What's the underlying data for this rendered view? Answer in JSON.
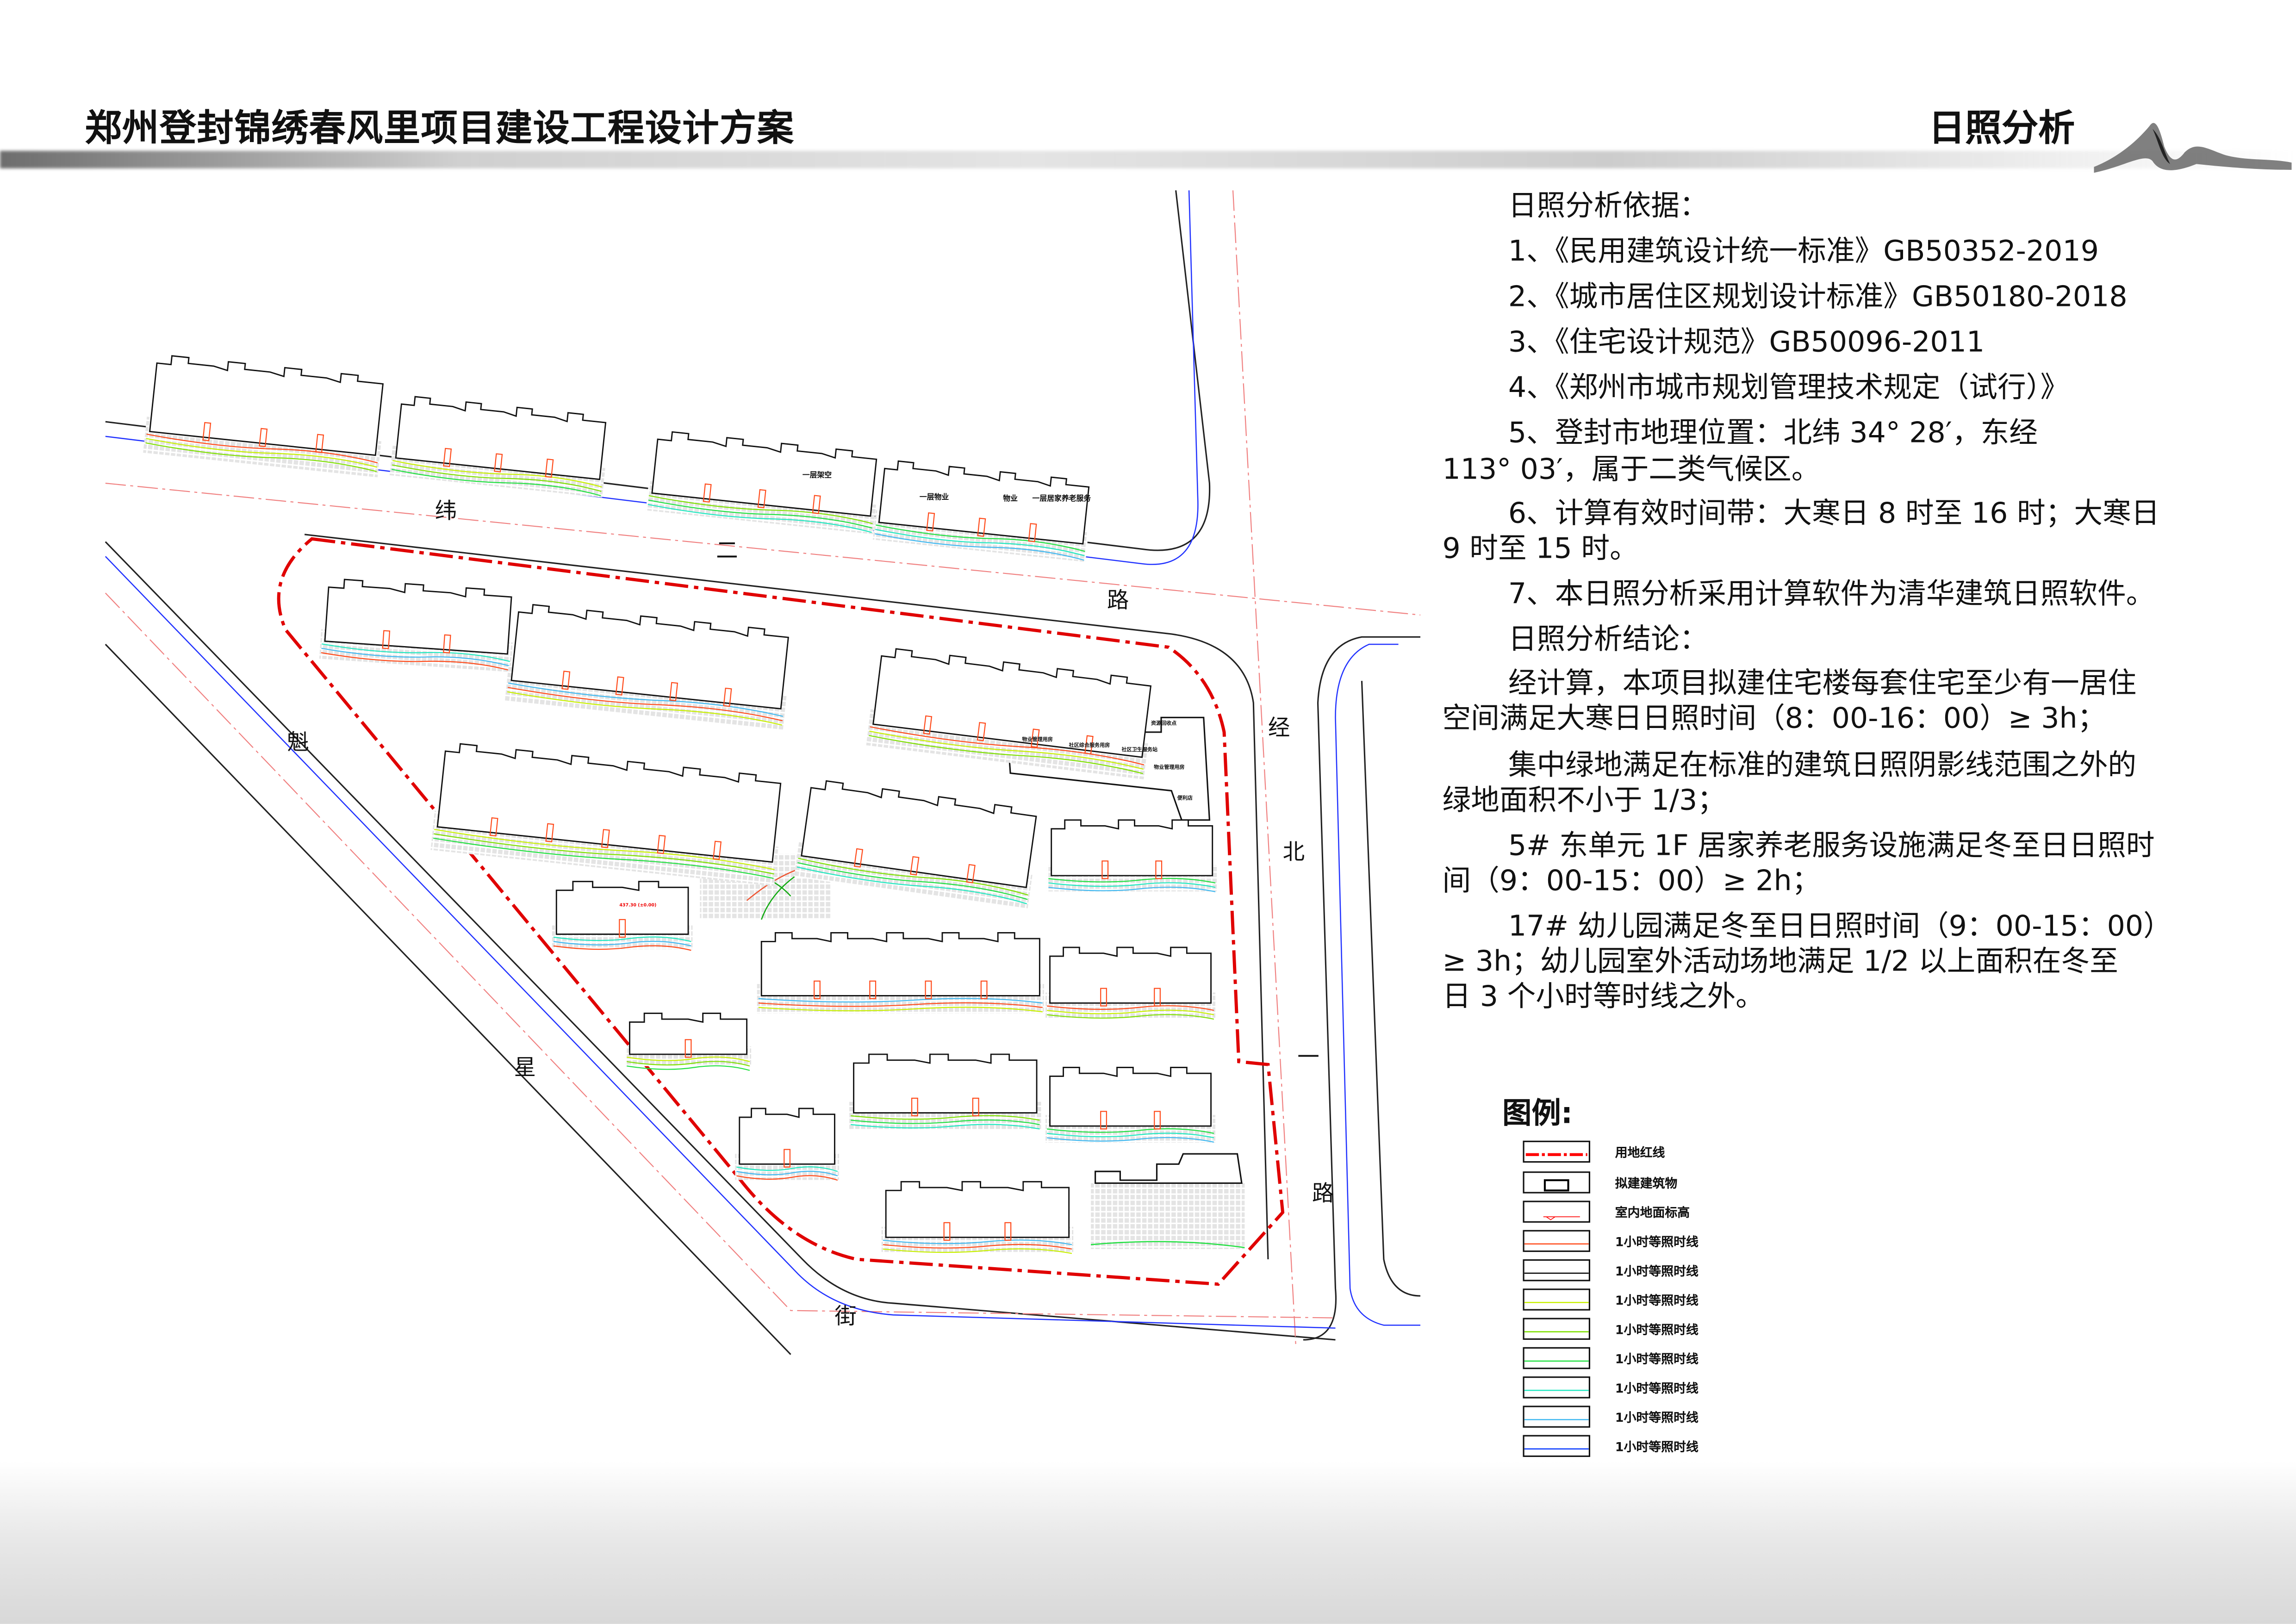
{
  "header": {
    "project_title": "郑州登封锦绣春风里项目建设工程设计方案",
    "section_title": "日照分析"
  },
  "map": {
    "roads": {
      "north": [
        "纬",
        "二",
        "路"
      ],
      "east": [
        "经",
        "北",
        "一",
        "路"
      ],
      "southwest": [
        "魁",
        "星",
        "街"
      ]
    },
    "building_labels": [
      "一层架空",
      "一层物业",
      "物业",
      "一层居家养老服务"
    ],
    "facility_labels": [
      "物业管理用房",
      "社区综合服务用房",
      "社区卫生服务站",
      "物业管理用房",
      "资源回收点",
      "便利店"
    ],
    "elevation_marker": "437.30 (±0.00)"
  },
  "basis": {
    "heading": "日照分析依据：",
    "items": [
      [
        "1、《民用建筑设计统一标准》GB50352-2019"
      ],
      [
        "2、《城市居住区规划设计标准》GB50180-2018"
      ],
      [
        "3、《住宅设计规范》GB50096-2011"
      ],
      [
        "4、《郑州市城市规划管理技术规定（试行）》"
      ],
      [
        "5、登封市地理位置：北纬 34° 28′，东经",
        "113° 03′，属于二类气候区。"
      ],
      [
        "6、计算有效时间带：大寒日 8 时至 16 时；大寒日",
        "9 时至 15 时。"
      ],
      [
        "7、本日照分析采用计算软件为清华建筑日照软件。"
      ]
    ]
  },
  "conclusion": {
    "heading": "日照分析结论：",
    "items": [
      [
        "经计算，本项目拟建住宅楼每套住宅至少有一居住",
        "空间满足大寒日日照时间（8：00-16：00）≥ 3h；"
      ],
      [
        "集中绿地满足在标准的建筑日照阴影线范围之外的",
        "绿地面积不小于 1/3；"
      ],
      [
        "5# 东单元 1F 居家养老服务设施满足冬至日日照时",
        "间（9：00-15：00）≥ 2h；"
      ],
      [
        "17# 幼儿园满足冬至日日照时间（9：00-15：00）",
        "≥ 3h；幼儿园室外活动场地满足 1/2 以上面积在冬至",
        "日 3 个小时等时线之外。"
      ]
    ]
  },
  "legend": {
    "title": "图例:",
    "items": [
      {
        "label": "用地红线",
        "kind": "redline",
        "color": "#ff0000"
      },
      {
        "label": "拟建建筑物",
        "kind": "building",
        "color": "#000000"
      },
      {
        "label": "室内地面标高",
        "kind": "elevation",
        "color": "#ff0000"
      },
      {
        "label": "1小时等照时线",
        "kind": "line",
        "color": "#ff4a1a"
      },
      {
        "label": "1小时等照时线",
        "kind": "line",
        "color": "#000000"
      },
      {
        "label": "1小时等照时线",
        "kind": "line",
        "color": "#c8f000"
      },
      {
        "label": "1小时等照时线",
        "kind": "line",
        "color": "#7ee000"
      },
      {
        "label": "1小时等照时线",
        "kind": "line",
        "color": "#20e040"
      },
      {
        "label": "1小时等照时线",
        "kind": "line",
        "color": "#20e8c0"
      },
      {
        "label": "1小时等照时线",
        "kind": "line",
        "color": "#40b8f0"
      },
      {
        "label": "1小时等照时线",
        "kind": "line",
        "color": "#1040ff"
      }
    ]
  }
}
